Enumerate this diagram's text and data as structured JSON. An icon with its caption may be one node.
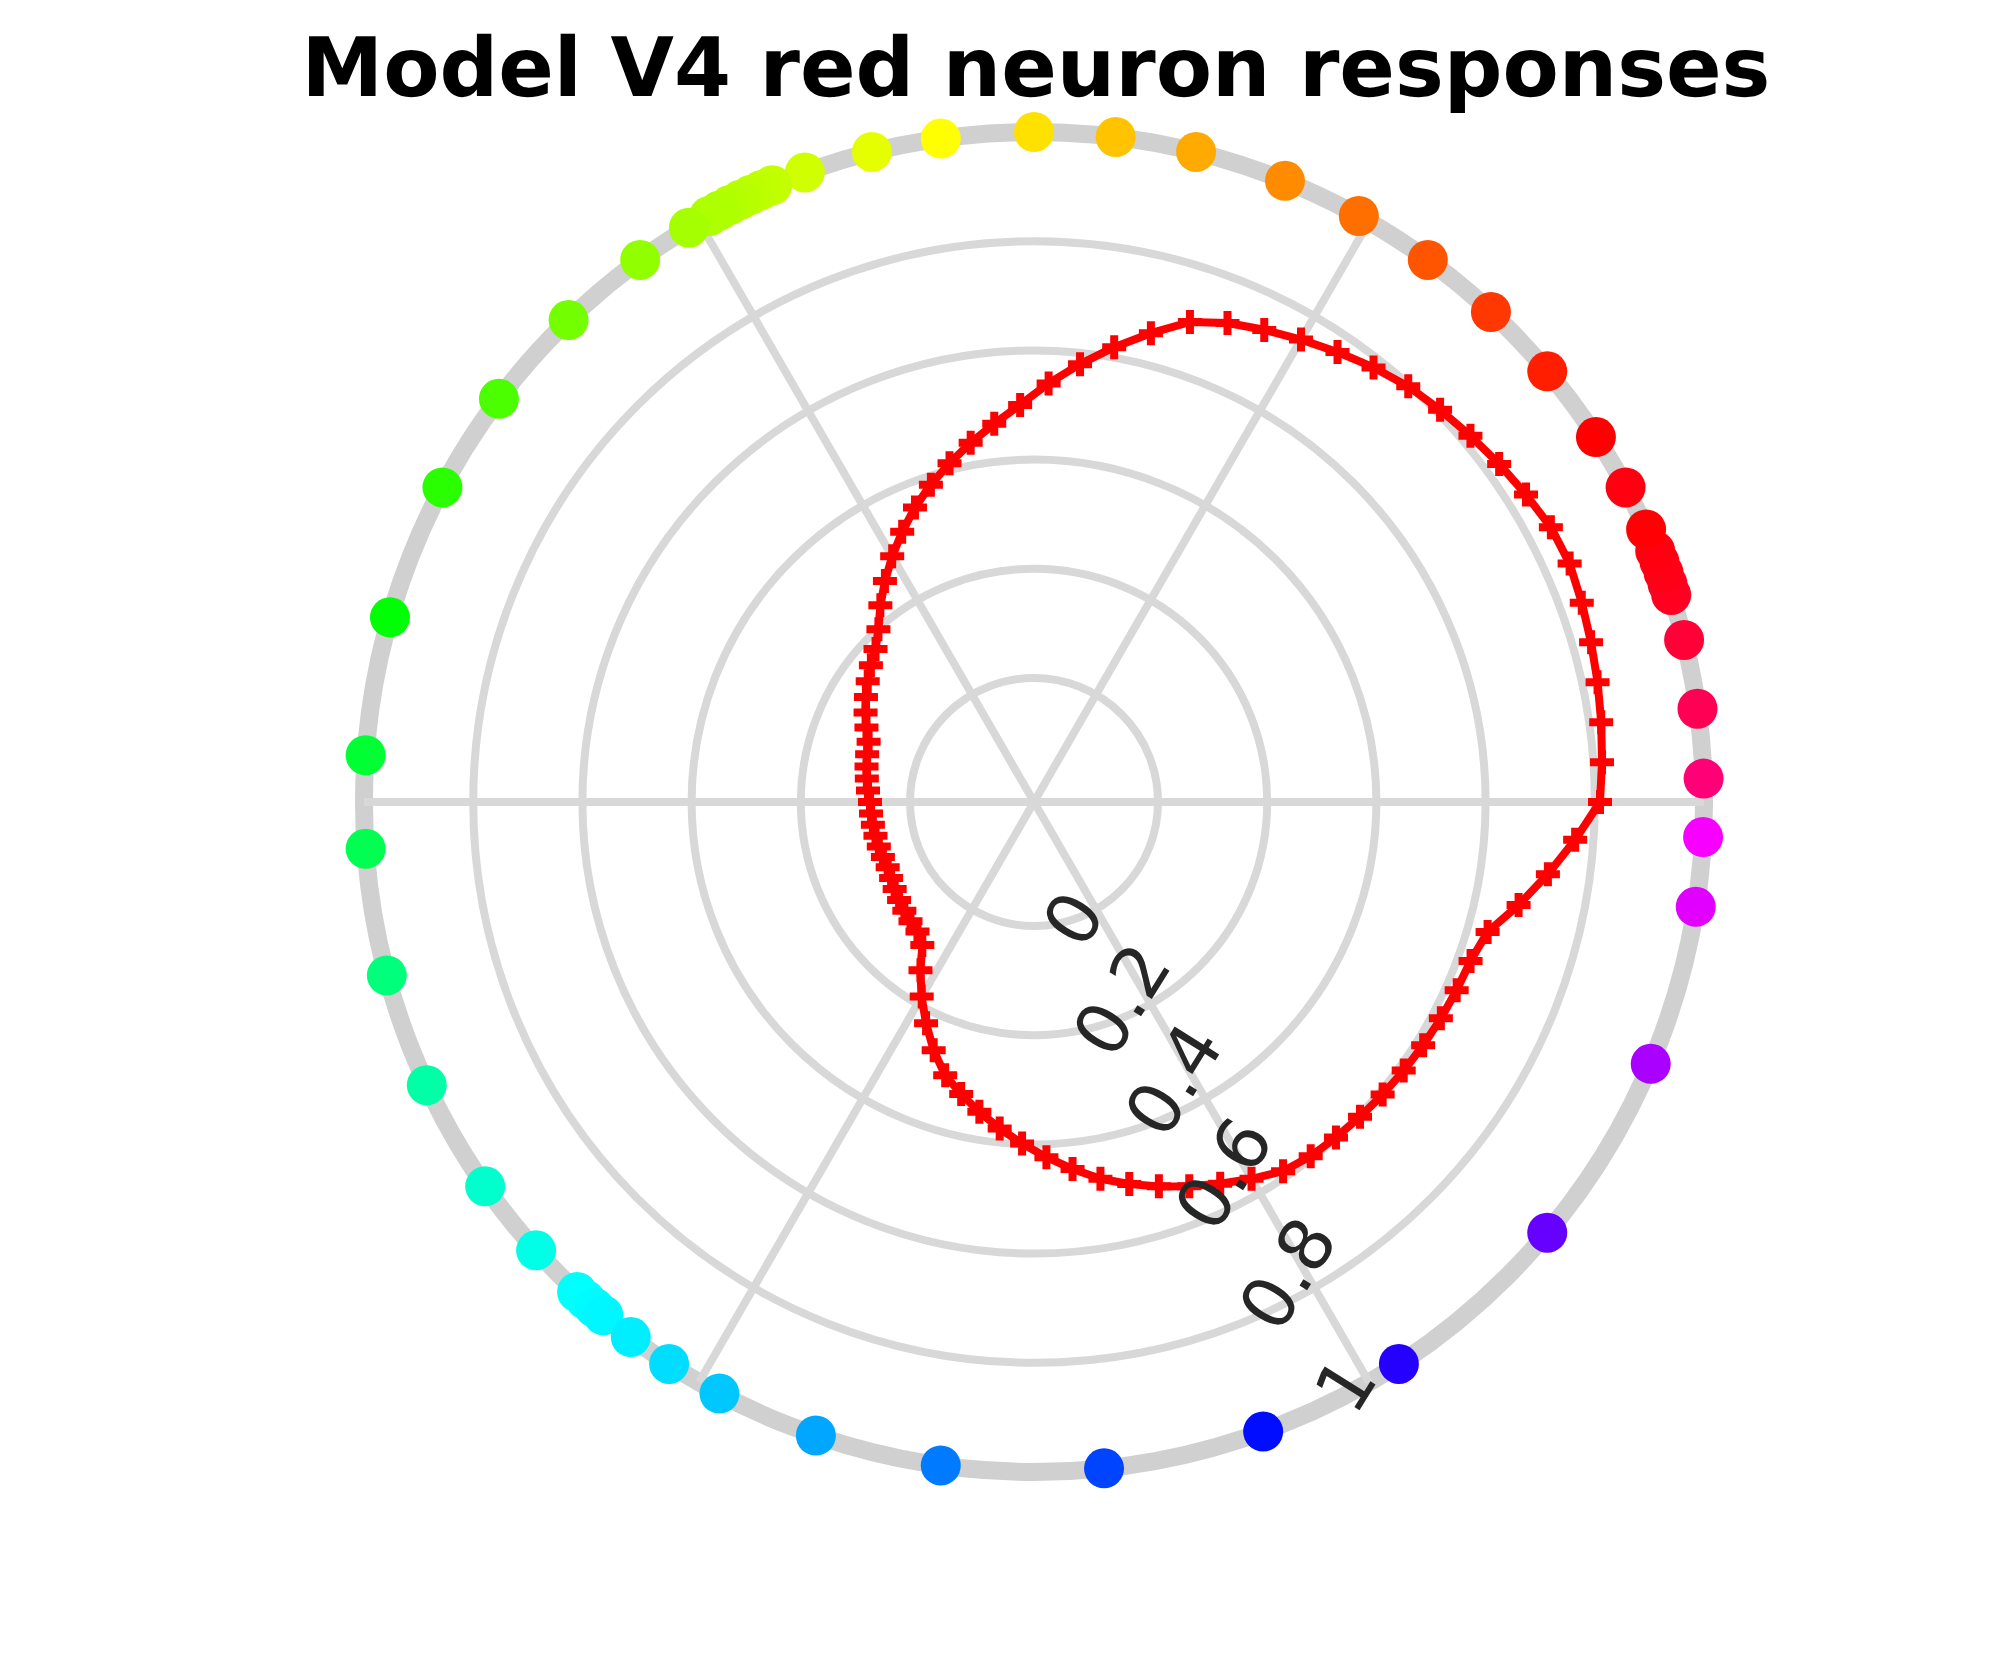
{
  "diagram": {
    "title": "Model V4 red neuron responses",
    "labels": [
      "0",
      "0.2",
      "0.4",
      "0.6",
      "0.8",
      "1"
    ]
  }
}
